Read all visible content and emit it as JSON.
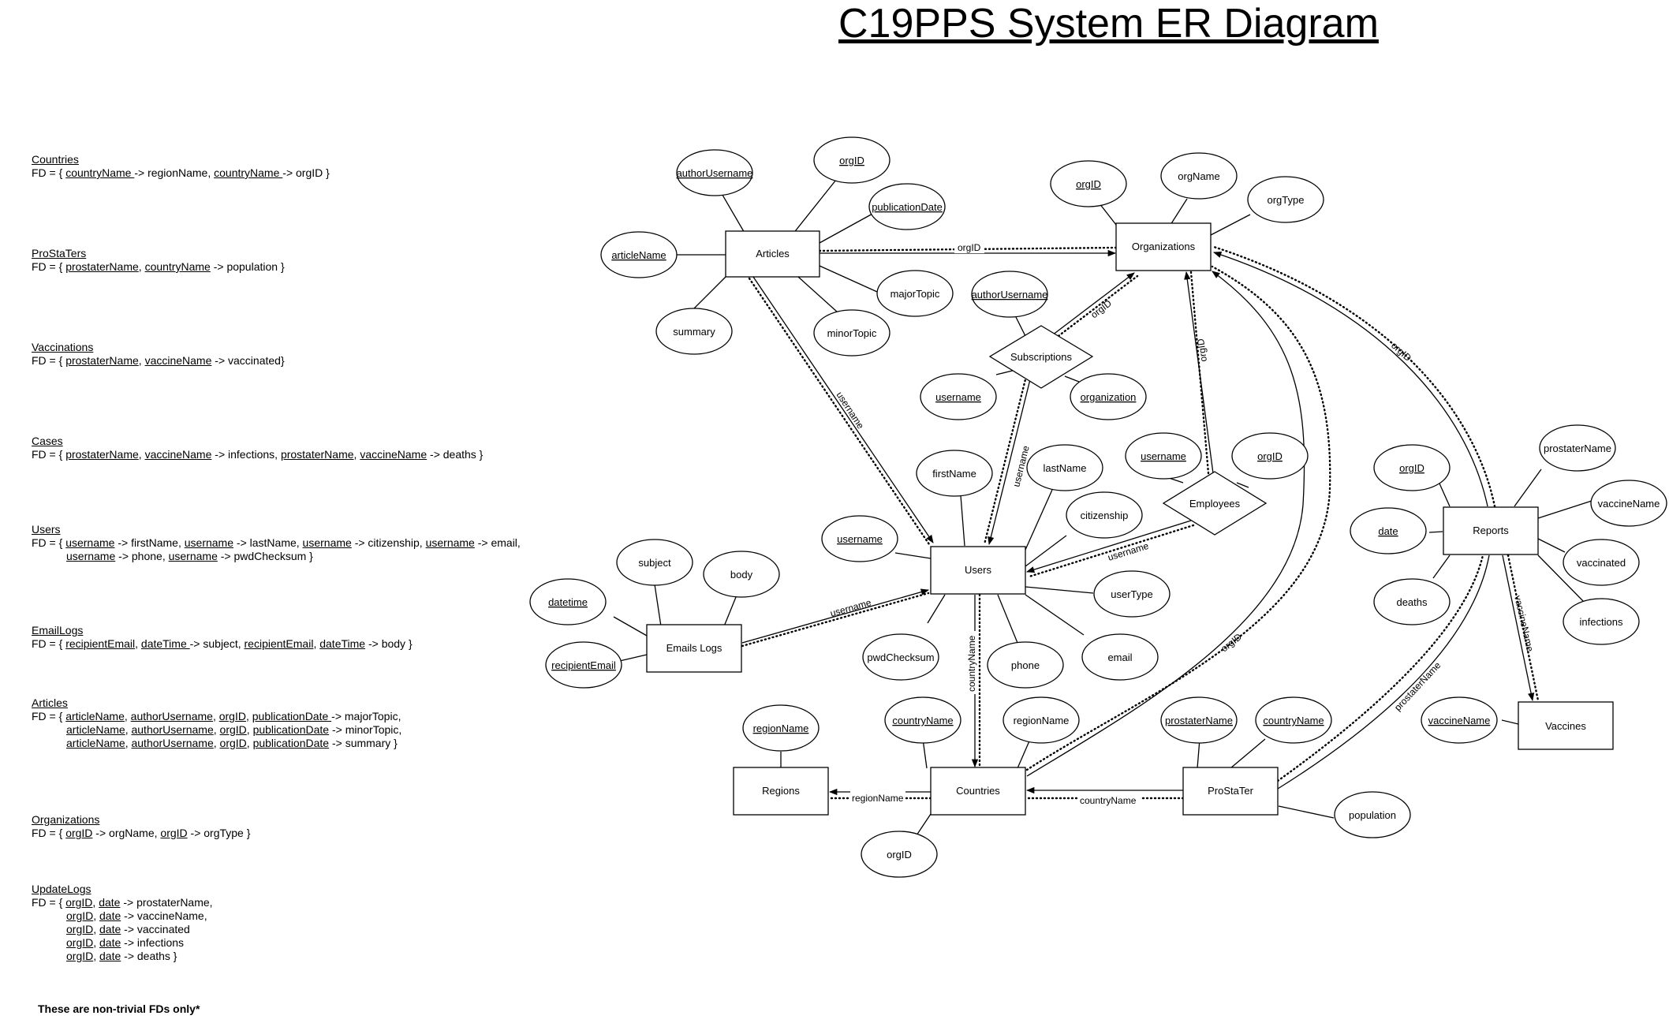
{
  "title": "C19PPS System ER Diagram",
  "fd_blocks": [
    {
      "name": "Countries",
      "lines": [
        [
          {
            "t": "FD = { "
          },
          {
            "t": "countryName ",
            "u": true
          },
          {
            "t": "-> regionName, "
          },
          {
            "t": "countryName ",
            "u": true
          },
          {
            "t": "-> orgID }"
          }
        ]
      ]
    },
    {
      "name": "ProStaTers",
      "lines": [
        [
          {
            "t": "FD = { "
          },
          {
            "t": "prostaterName",
            "u": true
          },
          {
            "t": ", "
          },
          {
            "t": "countryName",
            "u": true
          },
          {
            "t": " -> population }"
          }
        ]
      ]
    },
    {
      "name": "Vaccinations",
      "lines": [
        [
          {
            "t": "FD = { "
          },
          {
            "t": "prostaterName",
            "u": true
          },
          {
            "t": ", "
          },
          {
            "t": "vaccineName",
            "u": true
          },
          {
            "t": " -> vaccinated}"
          }
        ]
      ]
    },
    {
      "name": "Cases",
      "lines": [
        [
          {
            "t": "FD = { "
          },
          {
            "t": "prostaterName",
            "u": true
          },
          {
            "t": ", "
          },
          {
            "t": "vaccineName",
            "u": true
          },
          {
            "t": " -> infections, "
          },
          {
            "t": "prostaterName",
            "u": true
          },
          {
            "t": ", "
          },
          {
            "t": "vaccineName",
            "u": true
          },
          {
            "t": " -> deaths }"
          }
        ]
      ]
    },
    {
      "name": "Users",
      "lines": [
        [
          {
            "t": "FD = { "
          },
          {
            "t": "username",
            "u": true
          },
          {
            "t": " -> firstName, "
          },
          {
            "t": "username",
            "u": true
          },
          {
            "t": " -> lastName, "
          },
          {
            "t": "username",
            "u": true
          },
          {
            "t": " -> citizenship, "
          },
          {
            "t": "username",
            "u": true
          },
          {
            "t": " -> email,"
          }
        ],
        [
          {
            "t": "username",
            "u": true
          },
          {
            "t": " -> phone, "
          },
          {
            "t": "username",
            "u": true
          },
          {
            "t": " -> pwdChecksum }"
          }
        ]
      ]
    },
    {
      "name": "EmailLogs",
      "lines": [
        [
          {
            "t": "FD = { "
          },
          {
            "t": "recipientEmail",
            "u": true
          },
          {
            "t": ", "
          },
          {
            "t": "dateTime ",
            "u": true
          },
          {
            "t": "-> subject, "
          },
          {
            "t": "recipientEmail",
            "u": true
          },
          {
            "t": ", "
          },
          {
            "t": "dateTime",
            "u": true
          },
          {
            "t": " -> body }"
          }
        ]
      ]
    },
    {
      "name": "Articles",
      "lines": [
        [
          {
            "t": "FD = { "
          },
          {
            "t": "articleName",
            "u": true
          },
          {
            "t": ", "
          },
          {
            "t": "authorUsername",
            "u": true
          },
          {
            "t": ", "
          },
          {
            "t": "orgID",
            "u": true
          },
          {
            "t": ", "
          },
          {
            "t": "publicationDate ",
            "u": true
          },
          {
            "t": "-> majorTopic,"
          }
        ],
        [
          {
            "t": "articleName",
            "u": true
          },
          {
            "t": ", "
          },
          {
            "t": "authorUsername",
            "u": true
          },
          {
            "t": ", "
          },
          {
            "t": "orgID",
            "u": true
          },
          {
            "t": ", "
          },
          {
            "t": "publicationDate",
            "u": true
          },
          {
            "t": " -> minorTopic,"
          }
        ],
        [
          {
            "t": "articleName",
            "u": true
          },
          {
            "t": ", "
          },
          {
            "t": "authorUsername",
            "u": true
          },
          {
            "t": ", "
          },
          {
            "t": "orgID",
            "u": true
          },
          {
            "t": ", "
          },
          {
            "t": "publicationDate",
            "u": true
          },
          {
            "t": " -> summary }"
          }
        ]
      ]
    },
    {
      "name": "Organizations",
      "lines": [
        [
          {
            "t": "FD = { "
          },
          {
            "t": "orgID",
            "u": true
          },
          {
            "t": " -> orgName, "
          },
          {
            "t": "orgID",
            "u": true
          },
          {
            "t": " -> orgType }"
          }
        ]
      ]
    },
    {
      "name": "UpdateLogs",
      "lines": [
        [
          {
            "t": "FD = { "
          },
          {
            "t": "orgID",
            "u": true
          },
          {
            "t": ", "
          },
          {
            "t": "date",
            "u": true
          },
          {
            "t": " -> prostaterName,"
          }
        ],
        [
          {
            "t": "orgID",
            "u": true
          },
          {
            "t": ", "
          },
          {
            "t": "date",
            "u": true
          },
          {
            "t": " -> vaccineName,"
          }
        ],
        [
          {
            "t": "orgID",
            "u": true
          },
          {
            "t": ", "
          },
          {
            "t": "date",
            "u": true
          },
          {
            "t": " -> vaccinated"
          }
        ],
        [
          {
            "t": "orgID",
            "u": true
          },
          {
            "t": ", "
          },
          {
            "t": "date",
            "u": true
          },
          {
            "t": " -> infections"
          }
        ],
        [
          {
            "t": "orgID",
            "u": true
          },
          {
            "t": ", "
          },
          {
            "t": "date",
            "u": true
          },
          {
            "t": " -> deaths }"
          }
        ]
      ]
    }
  ],
  "fd_note": "These are non-trivial FDs only*",
  "entities": {
    "articles": "Articles",
    "organizations": "Organizations",
    "users": "Users",
    "email_logs": "Emails Logs",
    "regions": "Regions",
    "countries": "Countries",
    "prostater": "ProStaTer",
    "reports": "Reports",
    "vaccines": "Vaccines"
  },
  "relationships": {
    "subscriptions": "Subscriptions",
    "employees": "Employees"
  },
  "attributes": {
    "articles_author_username": "authorUsername",
    "articles_org_id": "orgID",
    "articles_publication_date": "publicationDate",
    "articles_article_name": "articleName",
    "articles_major_topic": "majorTopic",
    "articles_minor_topic": "minorTopic",
    "articles_summary": "summary",
    "org_org_id": "orgID",
    "org_org_name": "orgName",
    "org_org_type": "orgType",
    "subs_author_username": "authorUsername",
    "subs_username": "username",
    "subs_organization": "organization",
    "users_first_name": "firstName",
    "users_last_name": "lastName",
    "users_citizenship": "citizenship",
    "users_username": "username",
    "users_user_type": "userType",
    "users_pwd_checksum": "pwdChecksum",
    "users_phone": "phone",
    "users_email": "email",
    "emp_username": "username",
    "emp_org_id": "orgID",
    "email_subject": "subject",
    "email_body": "body",
    "email_datetime": "datetime",
    "email_recipient_email": "recipientEmail",
    "regions_region_name": "regionName",
    "countries_country_name": "countryName",
    "countries_region_name": "regionName",
    "countries_org_id": "orgID",
    "prostater_prostater_name": "prostaterName",
    "prostater_country_name": "countryName",
    "prostater_population": "population",
    "reports_org_id": "orgID",
    "reports_date": "date",
    "reports_deaths": "deaths",
    "reports_prostater_name": "prostaterName",
    "reports_vaccine_name": "vaccineName",
    "reports_vaccinated": "vaccinated",
    "reports_infections": "infections",
    "vaccines_vaccine_name": "vaccineName"
  },
  "edge_labels": {
    "articles_org": "orgID",
    "articles_users": "username",
    "subs_org": "orgID",
    "subs_users": "username",
    "emp_org": "orgID",
    "emp_users": "username",
    "email_users": "username",
    "users_countries": "countryName",
    "countries_regions": "regionName",
    "prostater_countries": "countryName",
    "reports_org": "orgID",
    "countries_org": "orgID",
    "reports_prostater": "prostaterName",
    "reports_vaccines": "vaccineName"
  }
}
